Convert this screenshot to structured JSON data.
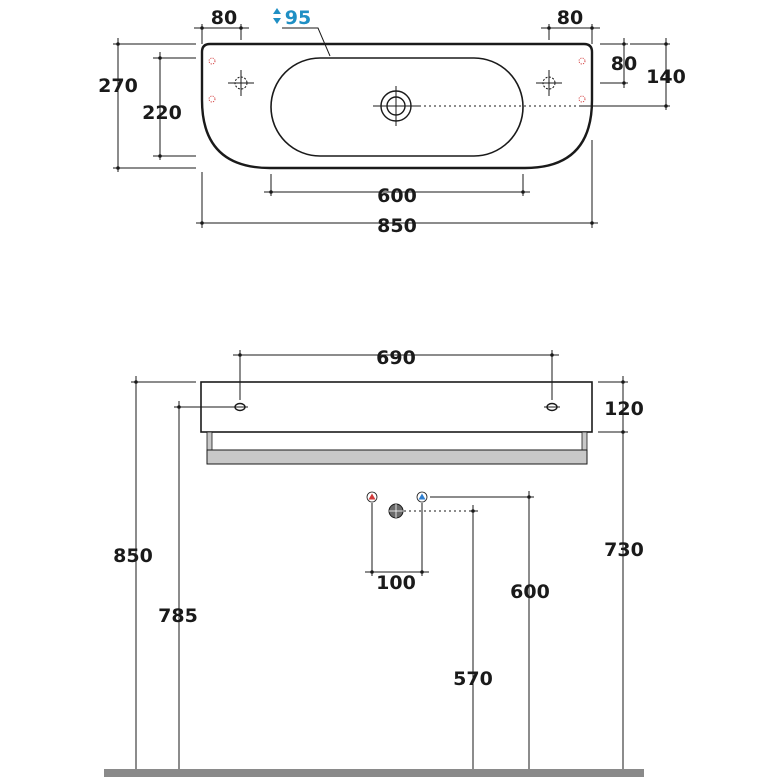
{
  "top_view": {
    "dims": {
      "left_tap_offset": "80",
      "bowl_depth": "95",
      "right_tap_offset": "80",
      "total_depth": "270",
      "inner_depth": "220",
      "tap_hole_depth": "80",
      "drain_depth": "140",
      "bowl_width": "600",
      "total_width": "850"
    }
  },
  "front_view": {
    "dims": {
      "fixing_spacing": "690",
      "top_height": "850",
      "fixing_height": "785",
      "basin_thickness": "120",
      "underside_height": "730",
      "supply_spacing": "100",
      "supply_height": "600",
      "waste_height": "570"
    }
  },
  "colors": {
    "line": "#1a1a1a",
    "accent_blue": "#1f8fc4",
    "hot_red": "#d23a3a",
    "cold_blue": "#2f7fd0",
    "floor_gray": "#8a8a8a",
    "towel_bar_gray": "#c8c8c8"
  }
}
